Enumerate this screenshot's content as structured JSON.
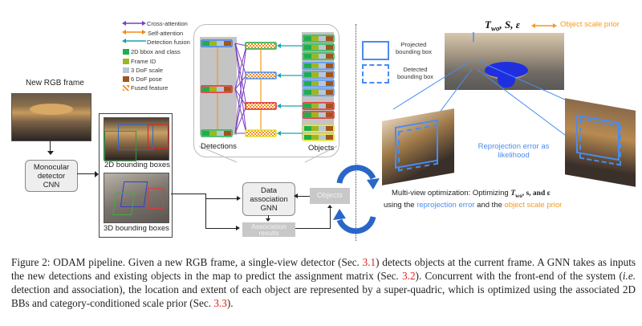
{
  "figure": {
    "left": {
      "new_frame_label": "New RGB frame",
      "detector_label_lines": [
        "Monocular",
        "detector",
        "CNN"
      ],
      "bbox2d_label": "2D bounding boxes",
      "bbox3d_label": "3D bounding boxes"
    },
    "legend": {
      "arrows": [
        {
          "label": "Cross-attention",
          "color": "#7a3fc0"
        },
        {
          "label": "Self-attention",
          "color": "#f08a1c"
        },
        {
          "label": "Detection fusion",
          "color": "#1aa3b0"
        }
      ],
      "swatches": [
        {
          "label": "2D bbox and class",
          "color": "#1fae4a"
        },
        {
          "label": "Frame ID",
          "color": "#9cb81e"
        },
        {
          "label": "3 DoF scale",
          "color": "#b9c6d6"
        },
        {
          "label": "6 DoF pose",
          "color": "#a0561c"
        },
        {
          "label": "Fused feature",
          "color": "#f08a1c"
        }
      ]
    },
    "gnn_detail": {
      "detections_label": "Detections",
      "objects_label": "Objects"
    },
    "middle": {
      "gnn_label_lines": [
        "Data",
        "association",
        "GNN"
      ],
      "objects_box_label": "Objects",
      "association_label_lines": [
        "Association",
        "results"
      ]
    },
    "right": {
      "params_label": "T",
      "params_sub": "wo",
      "params_rest": ", S, ε",
      "scale_prior_label": "Object scale prior",
      "projected_label_lines": [
        "Projected",
        "bounding box"
      ],
      "detected_label_lines": [
        "Detected",
        "bounding box"
      ],
      "reprojection_label_lines": [
        "Reprojection error as",
        "likelihood"
      ],
      "optim_line1_prefix": "Multi-view optimization: Optimizing ",
      "optim_line1_math": "T",
      "optim_line1_sub": "wo",
      "optim_line1_mid": ", s, and ε",
      "optim_line2_prefix": "using the ",
      "optim_line2_blue": "reprojection error",
      "optim_line2_mid": " and the ",
      "optim_line2_orange": "object scale prior"
    },
    "colors": {
      "blue": "#4a8cf0",
      "orange": "#f59a1a",
      "purple": "#7a3fc0",
      "teal": "#1aa3b0",
      "ref_red": "#e0201c"
    }
  },
  "caption": {
    "p1": "Figure 2: ODAM pipeline. Given a new RGB frame, a single-view detector (Sec. ",
    "ref1": "3.1",
    "p2": ") detects objects at the current frame. A GNN takes as inputs the new detections and existing objects in the map to predict the assignment matrix (Sec. ",
    "ref2": "3.2",
    "p3": "). Concurrent with the front-end of the system (",
    "ie": "i.e.",
    "p4": " detection and association), the location and extent of each object are represented by a super-quadric, which is optimized using the associated 2D BBs and category-conditioned scale prior (Sec. ",
    "ref3": "3.3",
    "p5": ")."
  }
}
